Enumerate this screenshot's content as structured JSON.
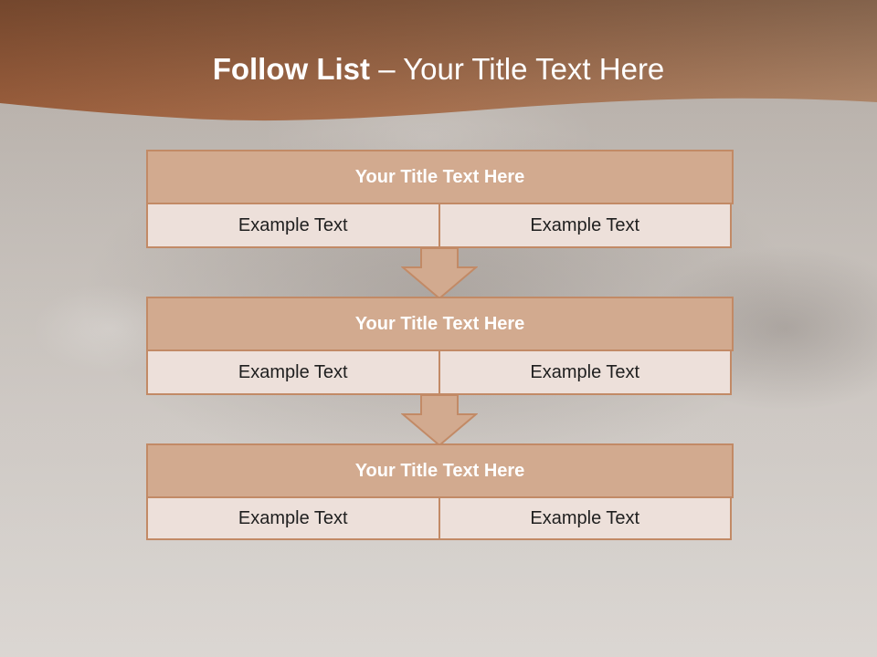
{
  "slide": {
    "title_bold": "Follow List",
    "title_rest": "– Your Title Text Here"
  },
  "colors": {
    "header_band": "#a86b48",
    "block_fill": "#d2aa8f",
    "block_border": "#c28a66",
    "cell_fill": "#ede0da"
  },
  "blocks": [
    {
      "title": "Your Title Text Here",
      "cells": [
        "Example Text",
        "Example Text"
      ]
    },
    {
      "title": "Your Title Text Here",
      "cells": [
        "Example Text",
        "Example Text"
      ]
    },
    {
      "title": "Your Title Text Here",
      "cells": [
        "Example Text",
        "Example Text"
      ]
    }
  ],
  "arrows": [
    "down-arrow",
    "down-arrow"
  ]
}
